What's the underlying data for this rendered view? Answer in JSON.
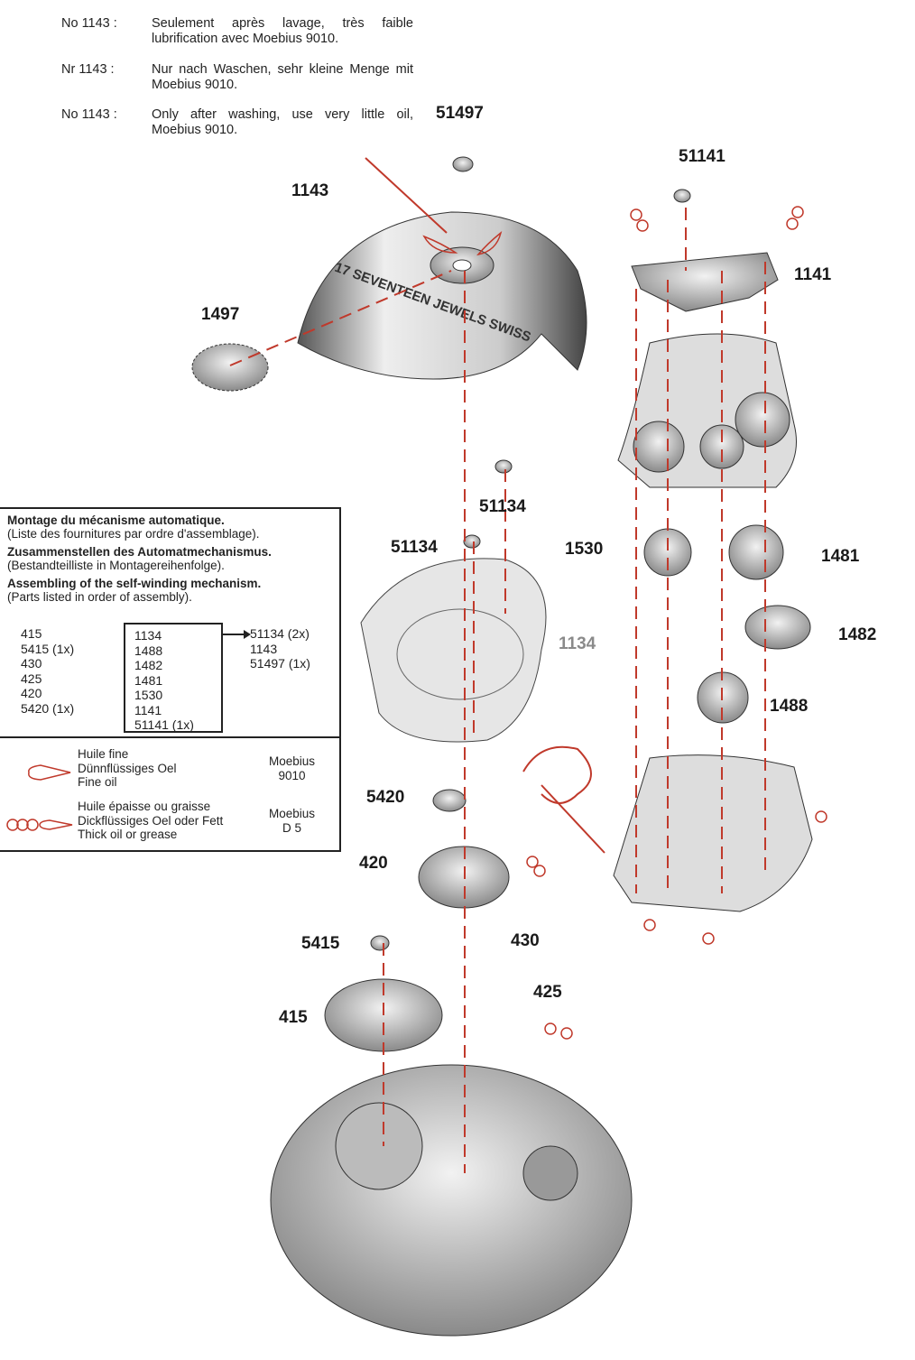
{
  "notes": [
    {
      "key": "No 1143  :",
      "text": "Seulement après lavage, très faible lubrification avec Moebius 9010."
    },
    {
      "key": "Nr 1143  :",
      "text": "Nur nach Waschen, sehr kleine Menge mit Moebius 9010."
    },
    {
      "key": "No 1143  :",
      "text": "Only after washing, use very little oil, Moebius 9010."
    }
  ],
  "part_labels": {
    "p51497": "51497",
    "p1143": "1143",
    "p51141": "51141",
    "p1141": "1141",
    "p1497": "1497",
    "p51134a": "51134",
    "p51134b": "51134",
    "p1530": "1530",
    "p1481": "1481",
    "p1134": "1134",
    "p1482": "1482",
    "p1488": "1488",
    "p5420": "5420",
    "p420": "420",
    "p430": "430",
    "p5415": "5415",
    "p425": "425",
    "p415": "415"
  },
  "rotor_text": "17 SEVENTEEN JEWELS SWISS",
  "assembly_box": {
    "fr_title": "Montage du mécanisme automatique.",
    "fr_sub": "(Liste des fournitures par ordre d'assemblage).",
    "de_title": "Zusammenstellen des Automatmechanismus.",
    "de_sub": "(Bestandteilliste in Montagereihenfolge).",
    "en_title": "Assembling of the self-winding mechanism.",
    "en_sub": "(Parts listed in order of assembly).",
    "col1": [
      "415",
      "5415  (1x)",
      "430",
      "425",
      "420",
      "5420  (1x)"
    ],
    "col2": [
      "1134",
      "1488",
      "1482",
      "1481",
      "1530",
      "1141",
      "51141  (1x)"
    ],
    "col3": [
      "51134  (2x)",
      "1143",
      "51497  (1x)"
    ]
  },
  "legend": {
    "fine": {
      "lines": [
        "Huile fine",
        "Dünnflüssiges Oel",
        "Fine oil"
      ],
      "product": [
        "Moebius",
        "9010"
      ]
    },
    "thick": {
      "lines": [
        "Huile épaisse ou graisse",
        "Dickflüssiges Oel oder Fett",
        "Thick oil or grease"
      ],
      "product": [
        "Moebius",
        "D 5"
      ]
    }
  },
  "colors": {
    "oil_red": "#c0392b",
    "metal": "#9a9a9a"
  }
}
